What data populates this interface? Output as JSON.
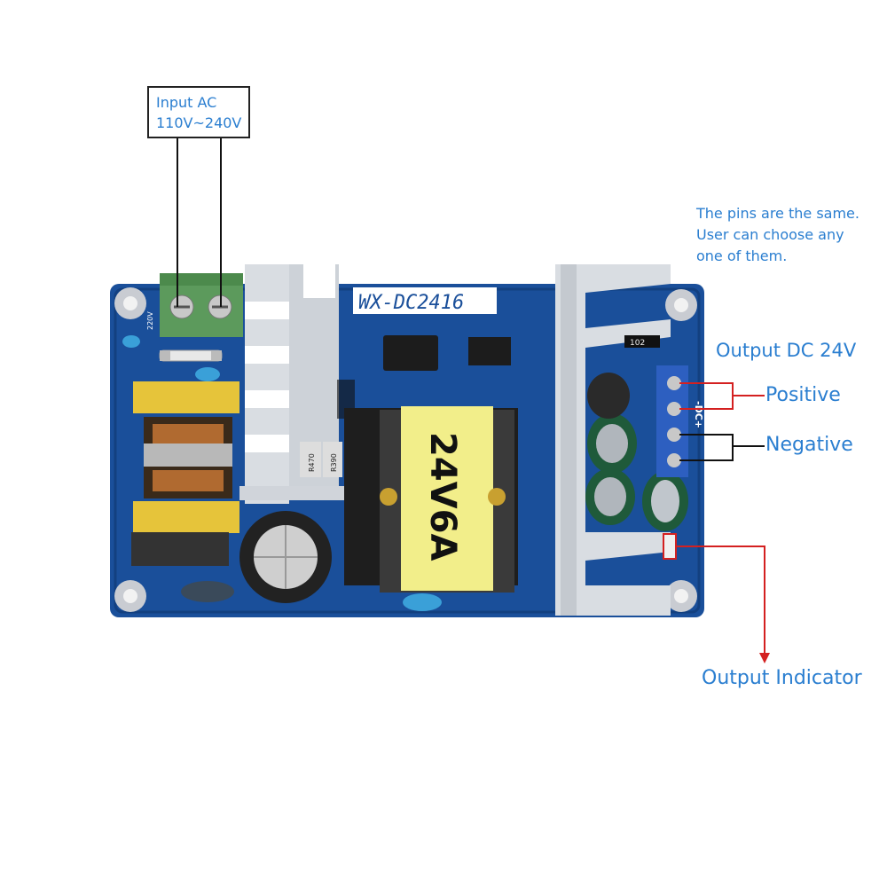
{
  "input": {
    "line1": "Input AC",
    "line2": "110V~240V"
  },
  "pins_note": {
    "line1": "The pins are the same.",
    "line2": "User can choose any",
    "line3": "one of them."
  },
  "output_dc": "Output DC 24V",
  "positive": "Positive",
  "negative": "Negative",
  "output_indicator": "Output Indicator",
  "board": {
    "model": "WX-DC2416",
    "transformer_label": "24V6A",
    "input_terminal_mark": "220V",
    "output_terminal_mark": "-DC+",
    "resistor_1": "R470",
    "resistor_2": "R390",
    "chip_mark": "102"
  },
  "colors": {
    "pcb": "#1a4f9a",
    "label_text": "#2a7ed0",
    "callout_red": "#d42020",
    "transformer": "#f2ee8a",
    "heatsink": "#d9dde2",
    "terminal_green": "#5c9a5c",
    "terminal_blue": "#2d5fc0"
  }
}
